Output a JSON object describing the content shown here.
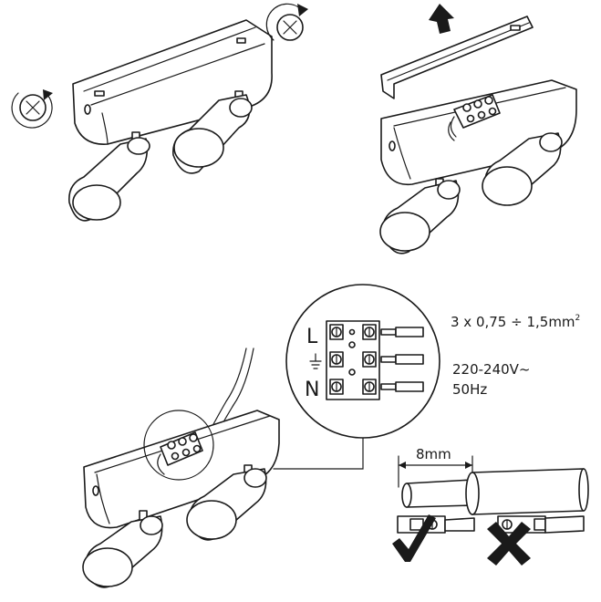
{
  "terminal_labels": {
    "live": "L",
    "neutral": "N"
  },
  "spec": {
    "wire_size_base": "3 x 0,75 ÷ 1,5mm",
    "wire_size_sup": "2",
    "voltage": "220-240V~",
    "frequency": "50Hz"
  },
  "strip": {
    "length": "8mm"
  },
  "icons": [
    "screw-unscrew-icon",
    "arrow-up-icon",
    "earth-ground-icon",
    "check-icon",
    "cross-icon"
  ],
  "colors": {
    "line": "#1a1a1a",
    "background": "#ffffff"
  }
}
